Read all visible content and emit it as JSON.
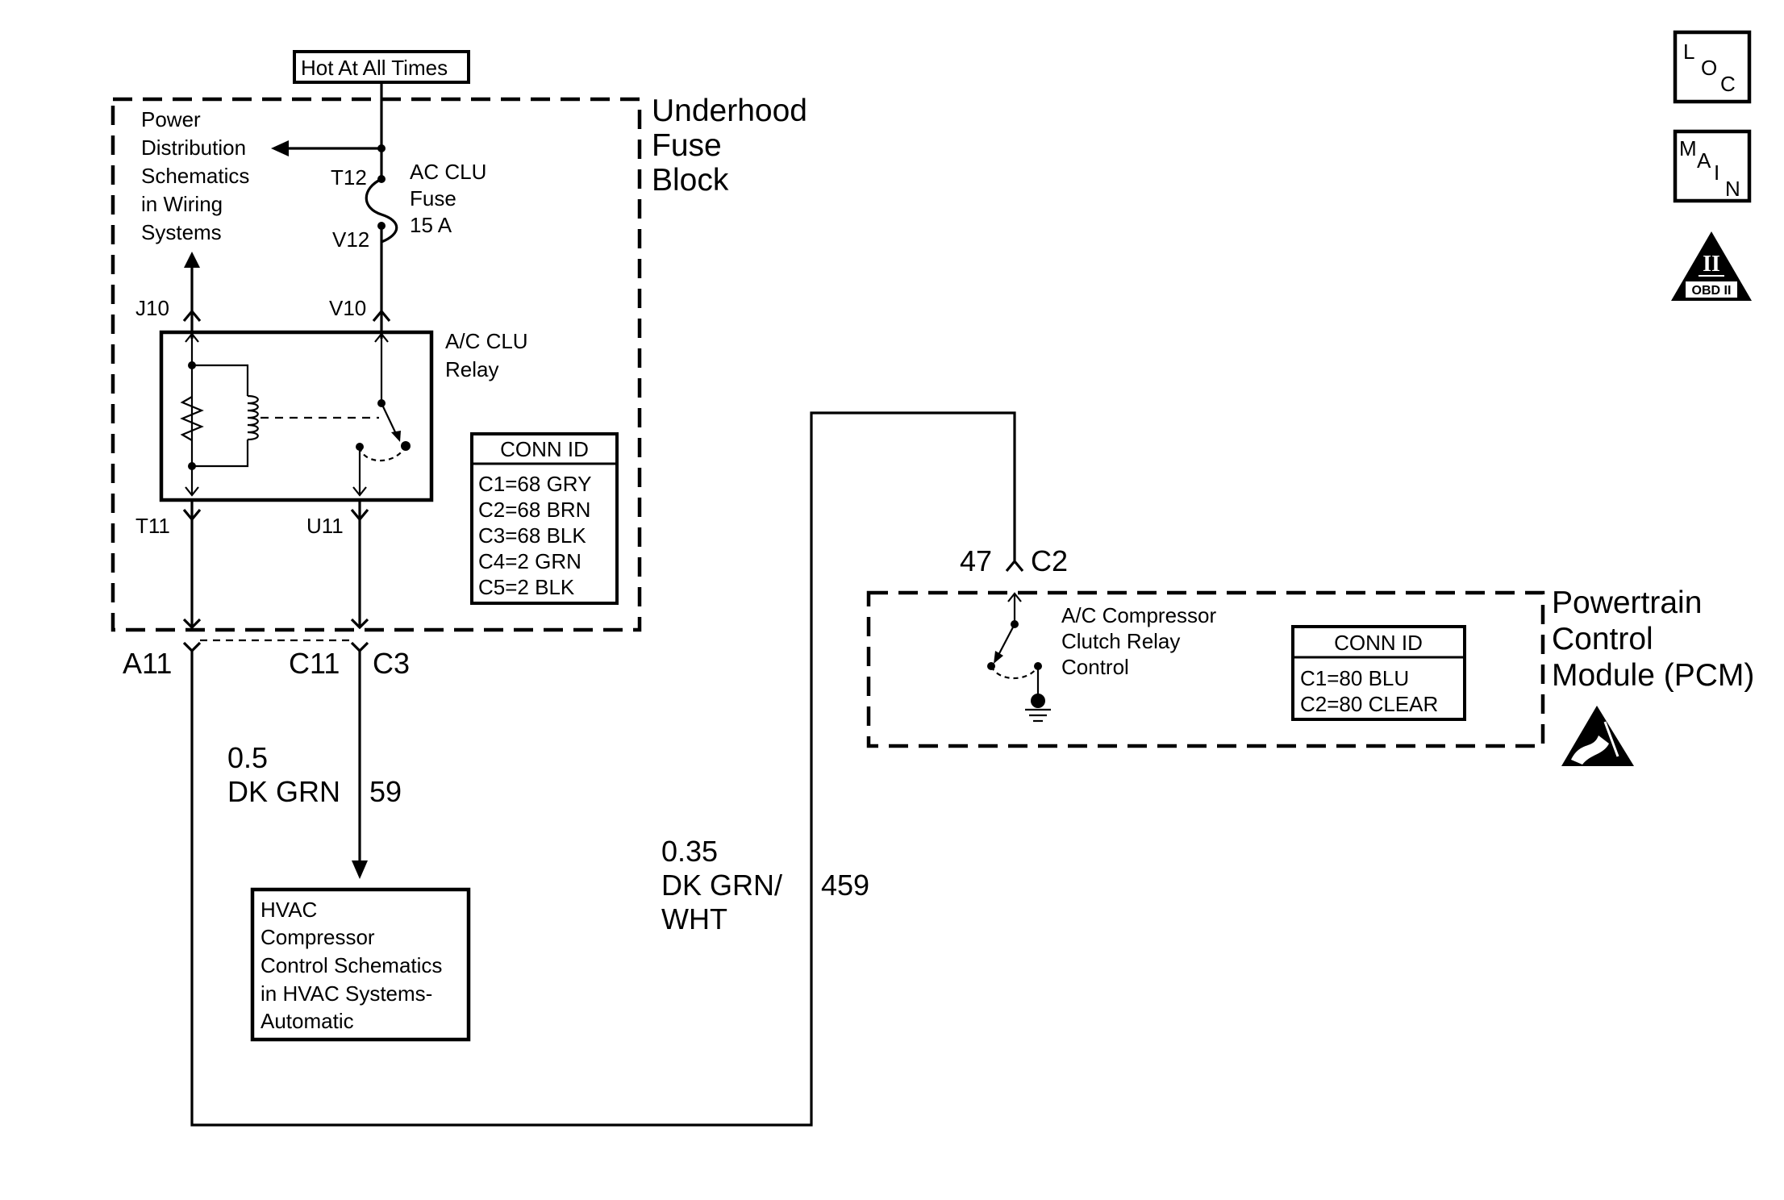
{
  "hot_label": "Hot At All Times",
  "fuse_block": {
    "title_lines": [
      "Underhood",
      "Fuse",
      "Block"
    ],
    "power_dist_lines": [
      "Power",
      "Distribution",
      "Schematics",
      "in Wiring",
      "Systems"
    ],
    "fuse_lines": [
      "AC CLU",
      "Fuse",
      "15 A"
    ],
    "pins": {
      "t12": "T12",
      "v12": "V12",
      "j10": "J10",
      "v10": "V10",
      "t11": "T11",
      "u11": "U11"
    },
    "relay_lines": [
      "A/C CLU",
      "Relay"
    ],
    "conn_id": {
      "title": "CONN ID",
      "rows": [
        "C1=68 GRY",
        "C2=68 BRN",
        "C3=68 BLK",
        "C4=2 GRN",
        "C5=2 BLK"
      ]
    }
  },
  "connectors": {
    "a11": "A11",
    "c11": "C11",
    "c3": "C3",
    "pin47": "47",
    "c2": "C2"
  },
  "wire_59": {
    "gauge": "0.5",
    "color": "DK GRN",
    "circuit": "59"
  },
  "wire_459": {
    "gauge": "0.35",
    "color_lines": [
      "DK GRN/",
      "WHT"
    ],
    "circuit": "459"
  },
  "hvac_box_lines": [
    "HVAC",
    "Compressor",
    "Control Schematics",
    "in HVAC Systems-",
    "Automatic"
  ],
  "pcm": {
    "title_lines": [
      "Powertrain",
      "Control",
      "Module (PCM)"
    ],
    "switch_lines": [
      "A/C Compressor",
      "Clutch Relay",
      "Control"
    ],
    "conn_id": {
      "title": "CONN ID",
      "rows": [
        "C1=80 BLU",
        "C2=80 CLEAR"
      ]
    }
  },
  "icons": {
    "loc": [
      "L",
      "O",
      "C"
    ],
    "main": [
      "M",
      "A",
      "I",
      "N"
    ],
    "obd": {
      "numeral": "II",
      "label": "OBD II"
    }
  }
}
